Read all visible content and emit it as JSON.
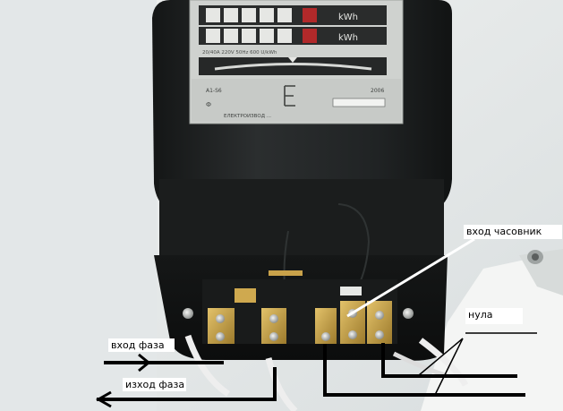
{
  "meter_face": {
    "unit_top": "kWh",
    "unit_mid": "kWh",
    "spec_row": "20/40A  220V  50Hz  600 U/kWh",
    "model": "A1-S6",
    "serial_prefix": "Ф",
    "brand": "ЕЛЕКТРОИЗВОД ...",
    "year": "2006"
  },
  "annotations": {
    "vhod_chasovnik": "вход часовник",
    "nula": "нула",
    "vhod_faza": "вход фаза",
    "izhod_faza": "изход фаза"
  },
  "colors": {
    "wall": "#e8ecec",
    "meter_body": "#1f2122",
    "meter_face": "#cfd2cf",
    "terminal_brass": "#c9a24a",
    "label_bg": "#ffffff",
    "annotation_line": "#000000",
    "pointer_line": "#ffffff"
  }
}
